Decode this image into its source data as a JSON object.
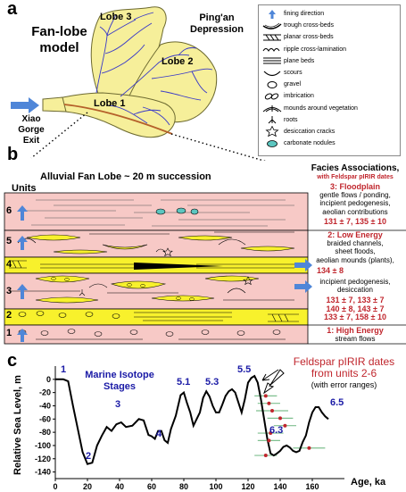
{
  "panels": {
    "a": "a",
    "b": "b",
    "c": "c"
  },
  "panel_a": {
    "title_line1": "Fan-lobe",
    "title_line2": "model",
    "depression_line1": "Ping'an",
    "depression_line2": "Depression",
    "lobe1": "Lobe 1",
    "lobe2": "Lobe 2",
    "lobe3": "Lobe 3",
    "exit_line1": "Xiao",
    "exit_line2": "Gorge",
    "exit_line3": "Exit"
  },
  "legend": [
    {
      "icon": "fining-direction-arrow-icon",
      "label": "fining direction"
    },
    {
      "icon": "trough-cross-beds-icon",
      "label": "trough cross-beds"
    },
    {
      "icon": "planar-cross-beds-icon",
      "label": "planar cross-beds"
    },
    {
      "icon": "ripple-cross-lamination-icon",
      "label": "ripple cross-lamination"
    },
    {
      "icon": "plane-beds-icon",
      "label": "plane beds"
    },
    {
      "icon": "scours-icon",
      "label": "scours"
    },
    {
      "icon": "gravel-icon",
      "label": "gravel"
    },
    {
      "icon": "imbrication-icon",
      "label": "imbrication"
    },
    {
      "icon": "mounds-around-vegetation-icon",
      "label": "mounds around vegetation"
    },
    {
      "icon": "roots-icon",
      "label": "roots"
    },
    {
      "icon": "desiccation-cracks-icon",
      "label": "desiccation cracks"
    },
    {
      "icon": "carbonate-nodules-icon",
      "label": "carbonate nodules"
    }
  ],
  "panel_b": {
    "title": "Alluvial Fan Lobe ~ 20 m succession",
    "units_heading": "Units",
    "units": [
      "6",
      "5",
      "4",
      "3",
      "2",
      "1"
    ],
    "facies_heading": "Facies Associations,",
    "facies_subheading": "with Feldspar pIRIR dates",
    "fa3_title": "3: Floodplain",
    "fa3_lines": [
      "gentle flows / ponding,",
      "incipient pedogenesis,",
      "aeolian contributions"
    ],
    "fa3_dates": "131 ± 7, 135 ± 10",
    "fa2_title": "2: Low Energy",
    "fa2_lines": [
      "braided channels,",
      "sheet floods,",
      "aeolian mounds (plants),"
    ],
    "fa2_date_u4": "134 ± 8",
    "fa2_lines2": [
      "incipient pedogenesis,",
      "desiccation"
    ],
    "fa2_dates_u3": [
      "131 ± 7, 133 ± 7",
      "140 ± 8, 143 ± 7"
    ],
    "fa1_dates_u2": "133 ± 7, 158 ± 10",
    "fa1_title": "1: High Energy",
    "fa1_lines": [
      "stream flows"
    ]
  },
  "panel_c": {
    "ylabel": "Relative Sea Level, m",
    "xlabel": "Age, ka",
    "stages_label_line1": "Marine Isotope",
    "stages_label_line2": "Stages",
    "mis_labels": [
      "1",
      "2",
      "3",
      "4",
      "5.1",
      "5.3",
      "5.5",
      "6.3",
      "6.5"
    ],
    "dates_title_line1": "Feldspar pIRIR dates",
    "dates_title_line2": "from units 2-6",
    "dates_note": "(with error ranges)"
  },
  "chart_data": {
    "type": "line",
    "title": "",
    "xlabel": "Age, ka",
    "ylabel": "Relative Sea Level, m",
    "xlim": [
      0,
      180
    ],
    "ylim": [
      -150,
      20
    ],
    "xticks": [
      0,
      20,
      40,
      60,
      80,
      100,
      120,
      140,
      160
    ],
    "yticks": [
      0,
      -20,
      -40,
      -60,
      -80,
      -100,
      -120,
      -140
    ],
    "series": [
      {
        "x": [
          0,
          5,
          8,
          11,
          14,
          17,
          20,
          23,
          26,
          29,
          32,
          35,
          38,
          41,
          44,
          48,
          52,
          55,
          58,
          60,
          62,
          64,
          66,
          68,
          70,
          72,
          75,
          78,
          80,
          82,
          84,
          86,
          88,
          90,
          92,
          94,
          96,
          98,
          100,
          102,
          104,
          106,
          108,
          110,
          112,
          114,
          116,
          118,
          120,
          122,
          124,
          126,
          128,
          130,
          132,
          134,
          136,
          138,
          140,
          142,
          144,
          146,
          148,
          150,
          152,
          154,
          156,
          158,
          160,
          162,
          164,
          166,
          168,
          170
        ],
        "y": [
          0,
          0,
          -3,
          -40,
          -75,
          -110,
          -128,
          -126,
          -100,
          -85,
          -72,
          -78,
          -68,
          -65,
          -72,
          -70,
          -60,
          -62,
          -84,
          -86,
          -90,
          -78,
          -78,
          -92,
          -96,
          -75,
          -55,
          -24,
          -20,
          -36,
          -50,
          -70,
          -60,
          -50,
          -28,
          -18,
          -26,
          -40,
          -50,
          -50,
          -38,
          -25,
          -18,
          -15,
          -20,
          -35,
          -50,
          -30,
          -5,
          2,
          5,
          -5,
          -30,
          -60,
          -90,
          -112,
          -115,
          -112,
          -108,
          -102,
          -100,
          -103,
          -108,
          -110,
          -108,
          -95,
          -85,
          -65,
          -50,
          -42,
          -42,
          -50,
          -56,
          -60
        ]
      }
    ],
    "pirir_dates": [
      {
        "age": 131,
        "error": 7
      },
      {
        "age": 133,
        "error": 7
      },
      {
        "age": 135,
        "error": 10
      },
      {
        "age": 140,
        "error": 8
      },
      {
        "age": 143,
        "error": 7
      },
      {
        "age": 134,
        "error": 8
      },
      {
        "age": 133,
        "error": 7
      },
      {
        "age": 158,
        "error": 10
      },
      {
        "age": 131,
        "error": 7
      }
    ],
    "grid": false,
    "colors": {
      "line": "#000000",
      "date_points": "#c0262d",
      "error_bars": "#7fbf8f"
    }
  },
  "colors": {
    "fan": "#f6ef9a",
    "fan_stroke": "#6d6a30",
    "channel": "#3838c8",
    "main_channel": "#b5602a",
    "pink": "#f7c9c6",
    "yellow": "#f8f12c",
    "arrow": "#4f86d8",
    "red": "#c0262d",
    "navy": "#1a1aa6"
  }
}
